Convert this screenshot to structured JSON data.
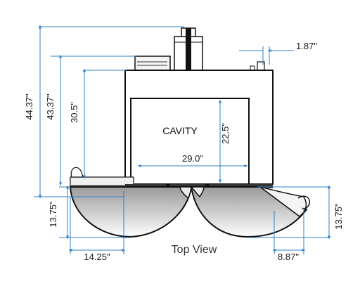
{
  "diagram": {
    "cavity_label": "CAVITY",
    "view_label": "Top View",
    "dimensions": {
      "total_height": "44.37\"",
      "body_height": "43.37\"",
      "cavity_depth_overall": "30.5\"",
      "cavity_depth": "22.5\"",
      "cavity_width": "29.0\"",
      "top_offset": "1.87\"",
      "door_left_depth": "13.75\"",
      "door_right_depth": "13.75\"",
      "door_left_width": "14.25\"",
      "door_right_width": "8.87\""
    },
    "colors": {
      "dimension_line": "#2f80c8",
      "outline": "#111111",
      "body_fill": "#ffffff",
      "shade_fill": "#555555"
    }
  }
}
